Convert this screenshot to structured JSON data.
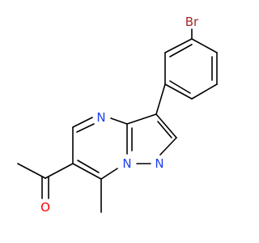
{
  "molecule": {
    "atoms": [
      {
        "id": "Br",
        "label": "Br",
        "color": "#a52a2a"
      },
      {
        "id": "N1",
        "label": "N",
        "color": "#1f3ff0"
      },
      {
        "id": "N2",
        "label": "N",
        "color": "#1f3ff0"
      },
      {
        "id": "N3",
        "label": "N",
        "color": "#1f3ff0"
      },
      {
        "id": "O",
        "label": "O",
        "color": "#ff0000"
      }
    ],
    "bond_color": "#000000"
  }
}
